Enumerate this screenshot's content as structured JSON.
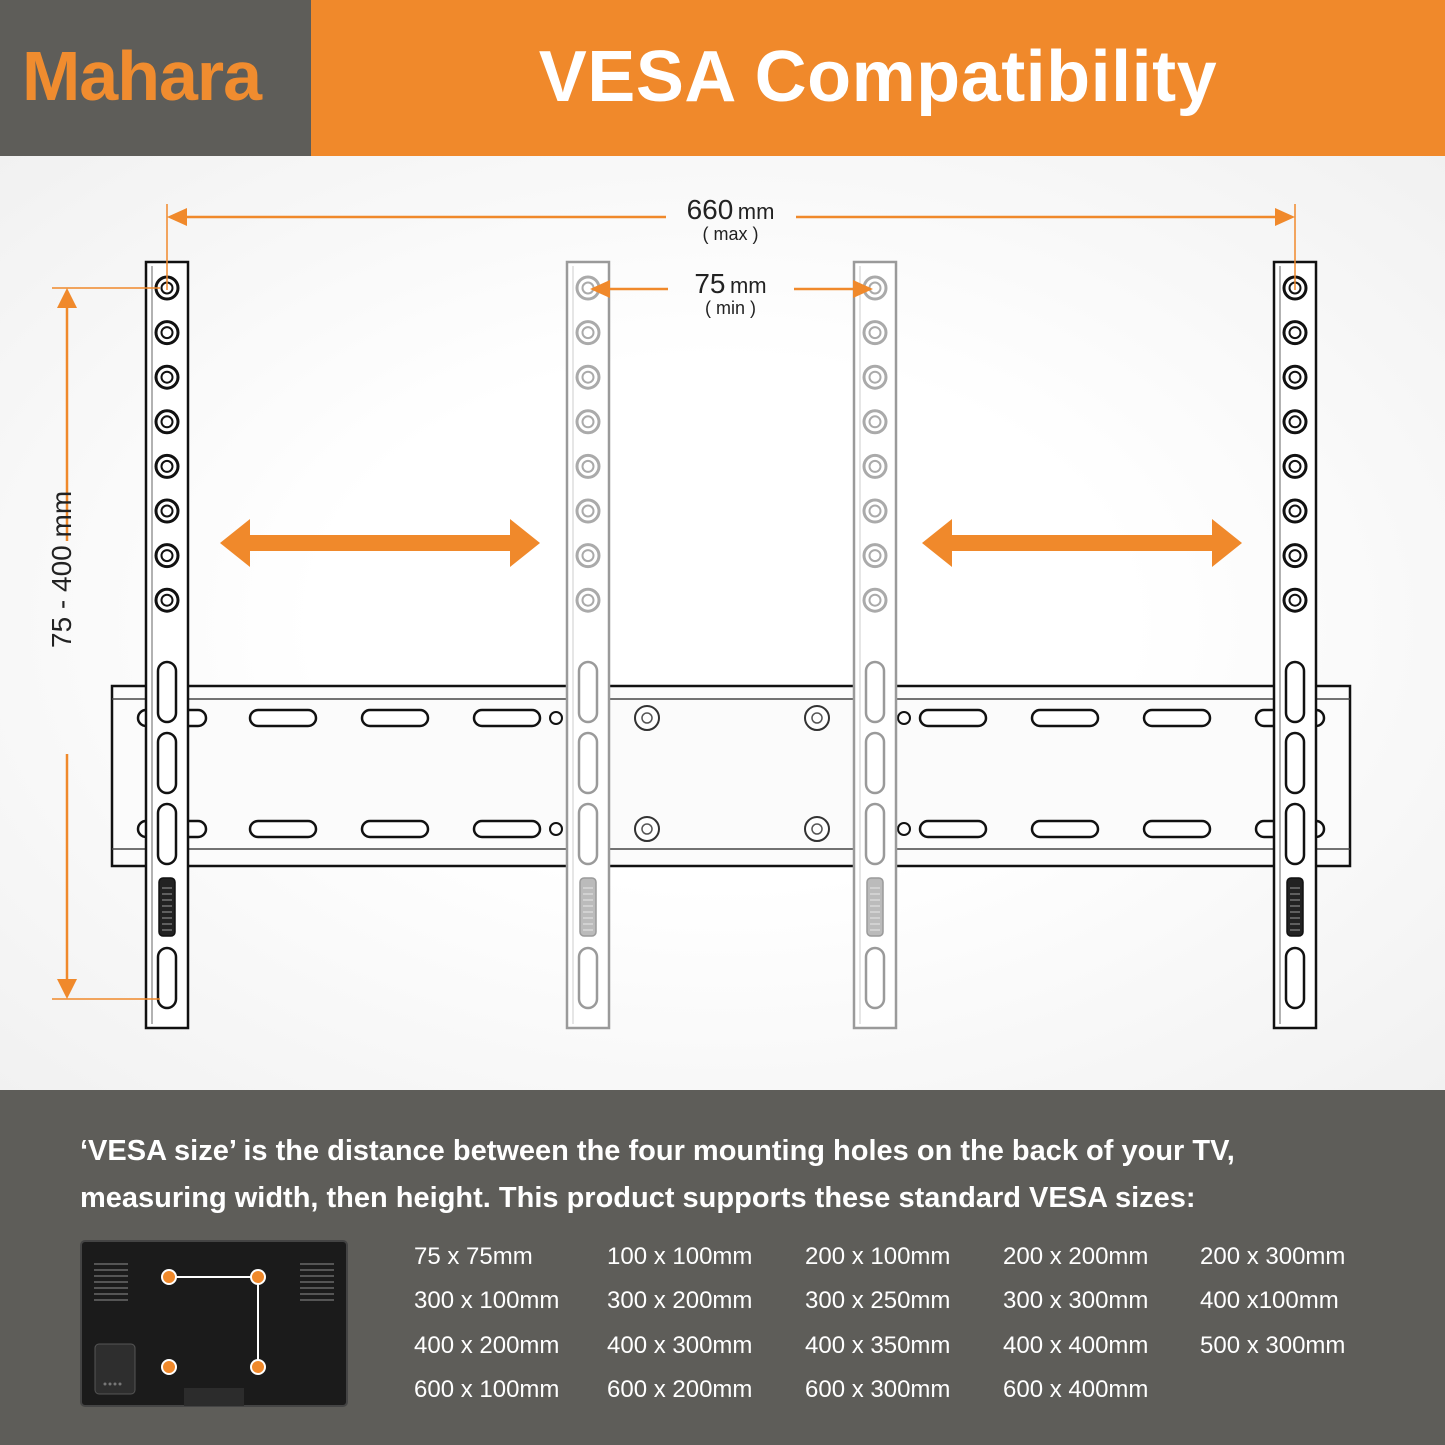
{
  "header": {
    "brand": "Mahara",
    "title": "VESA Compatibility"
  },
  "diagram": {
    "max_width": {
      "value": "660",
      "unit": "mm",
      "note": "( max )"
    },
    "min_width": {
      "value": "75",
      "unit": "mm",
      "note": "( min )"
    },
    "height_range": "75 - 400 mm",
    "accent_color": "#f0892b"
  },
  "info": {
    "description": "‘VESA size’ is the distance between the four mounting holes on the back of your TV, measuring width, then height. This product supports these standard VESA sizes:",
    "sizes": [
      [
        "75 x 75mm",
        "100 x 100mm",
        "200 x 100mm",
        "200 x 200mm",
        "200 x 300mm"
      ],
      [
        "300 x 100mm",
        "300 x 200mm",
        "300 x 250mm",
        "300 x 300mm",
        "400 x100mm"
      ],
      [
        "400 x 200mm",
        "400 x 300mm",
        "400 x 350mm",
        "400 x 400mm",
        "500 x 300mm"
      ],
      [
        "600 x 100mm",
        "600 x 200mm",
        "600 x 300mm",
        "600 x 400mm"
      ]
    ]
  }
}
